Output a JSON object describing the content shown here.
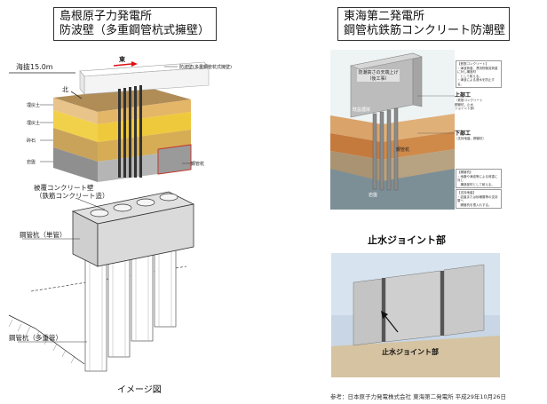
{
  "left": {
    "title_line1": "島根原子力発電所",
    "title_line2": "防波壁（多重鋼管杭式擁壁）",
    "sea_level": "海抜15.0m",
    "east": "東",
    "north": "北",
    "wall_label": "防波壁(多重鋼管杭式擁壁)",
    "layer1": "埋戻土",
    "layer2": "埋戻土",
    "layer3": "砕石",
    "layer4": "岩盤",
    "pipe_label_top": "鋼管杭",
    "cover_label_1": "被覆コンクリート壁",
    "cover_label_2": "（鉄筋コンクリート造）",
    "pile_single": "鋼管杭（単管）",
    "pile_multi": "鋼管杭（多重管）",
    "image_caption": "イメージ図"
  },
  "right": {
    "title_line1": "東海第二発電所",
    "title_line2": "鋼管杭鉄筋コンクリート防潮壁",
    "top_callout_1": "防潮高さの天端上げ",
    "top_callout_2": "（後工事）",
    "note_rc_1": "【鉄筋コンクリート】",
    "note_rc_2": "・津波荷重、漂流物衝突荷重に対し構造材",
    "note_rc_3": "　として耐える。",
    "note_rc_4": "・津波による浸水を防止する。",
    "upper_work": "上部工",
    "upper_work_sub1": "（鉄筋コンクリート",
    "upper_work_sub2": "鋼管杭、止水",
    "upper_work_sub3": "ジョイント部）",
    "seawall_label": "既設護岸",
    "lower_work": "下部工",
    "lower_work_sub": "（支持地盤、鋼管杭）",
    "pile_label": "鋼管杭",
    "rock_label": "岩盤",
    "note_pile_1": "【鋼管杭】",
    "note_pile_2": "・地震や津波等による荷重に対し",
    "note_pile_3": "　構造部材として耐える。",
    "note_ground_1": "【支持地盤】",
    "note_ground_2": "・岩盤または砂礫層等の支持層へ",
    "note_ground_3": "　鋼管杭を根入れする。",
    "joint_title": "止水ジョイント部",
    "joint_photo_label": "止水ジョイント部",
    "source": "参考：日本原子力発電株式会社 東海第二発電所 平成29年10月26日"
  }
}
